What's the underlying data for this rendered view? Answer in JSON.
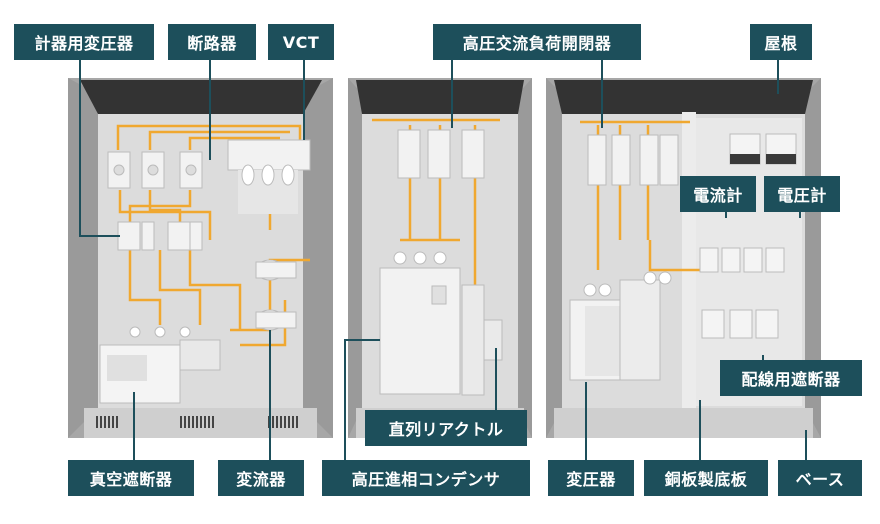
{
  "labels": {
    "instrument_transformer": "計器用変圧器",
    "disconnector": "断路器",
    "vct": "VCT",
    "hv_load_switch": "高圧交流負荷開閉器",
    "roof": "屋根",
    "ammeter": "電流計",
    "voltmeter": "電圧計",
    "mccb": "配線用遮断器",
    "series_reactor": "直列リアクトル",
    "vacuum_breaker": "真空遮断器",
    "current_transformer": "変流器",
    "hv_capacitor": "高圧進相コンデンサ",
    "transformer": "変圧器",
    "steel_plate": "銅板製底板",
    "base": "ベース"
  },
  "colors": {
    "label_bg": "#1d4f5b",
    "wire": "#f0a830",
    "cabinet_frame": "#a9a9a9",
    "cabinet_inner": "#dcdcdc",
    "roof_dark": "#3a3a3a",
    "device": "#f2f2f2"
  }
}
